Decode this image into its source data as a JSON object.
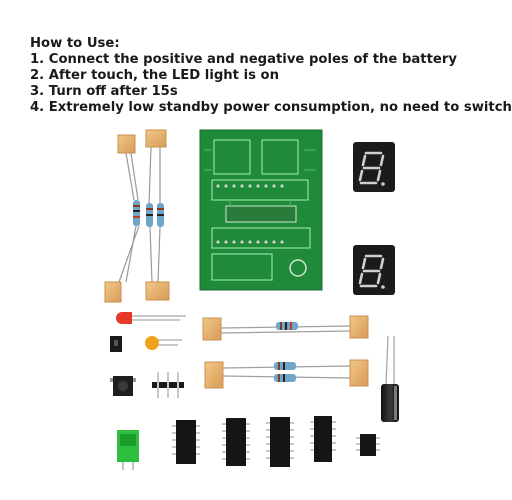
{
  "instructions": {
    "heading": "How to Use:",
    "steps": [
      "1. Connect the positive and negative poles of the battery",
      "2. After touch, the LED light is on",
      "3. Turn off after 15s",
      "4. Extremely low standby power consumption, no need to switch"
    ]
  },
  "colors": {
    "pcb": "#1f8a3a",
    "pcb_trace": "#47b25e",
    "display_body": "#1b1b1b",
    "display_segment": "#cfcfcf",
    "ic_body": "#151515",
    "terminal": "#2fbf3f",
    "resistor_body": "#6fa5c8",
    "capacitor": "#1a1a1a"
  },
  "icons": [
    "pcb-board",
    "seven-segment-display",
    "resistor",
    "touch-pad",
    "led",
    "buzzer",
    "push-button",
    "pin-header",
    "ic-chip",
    "screw-terminal",
    "electrolytic-capacitor",
    "jumper-cap"
  ]
}
